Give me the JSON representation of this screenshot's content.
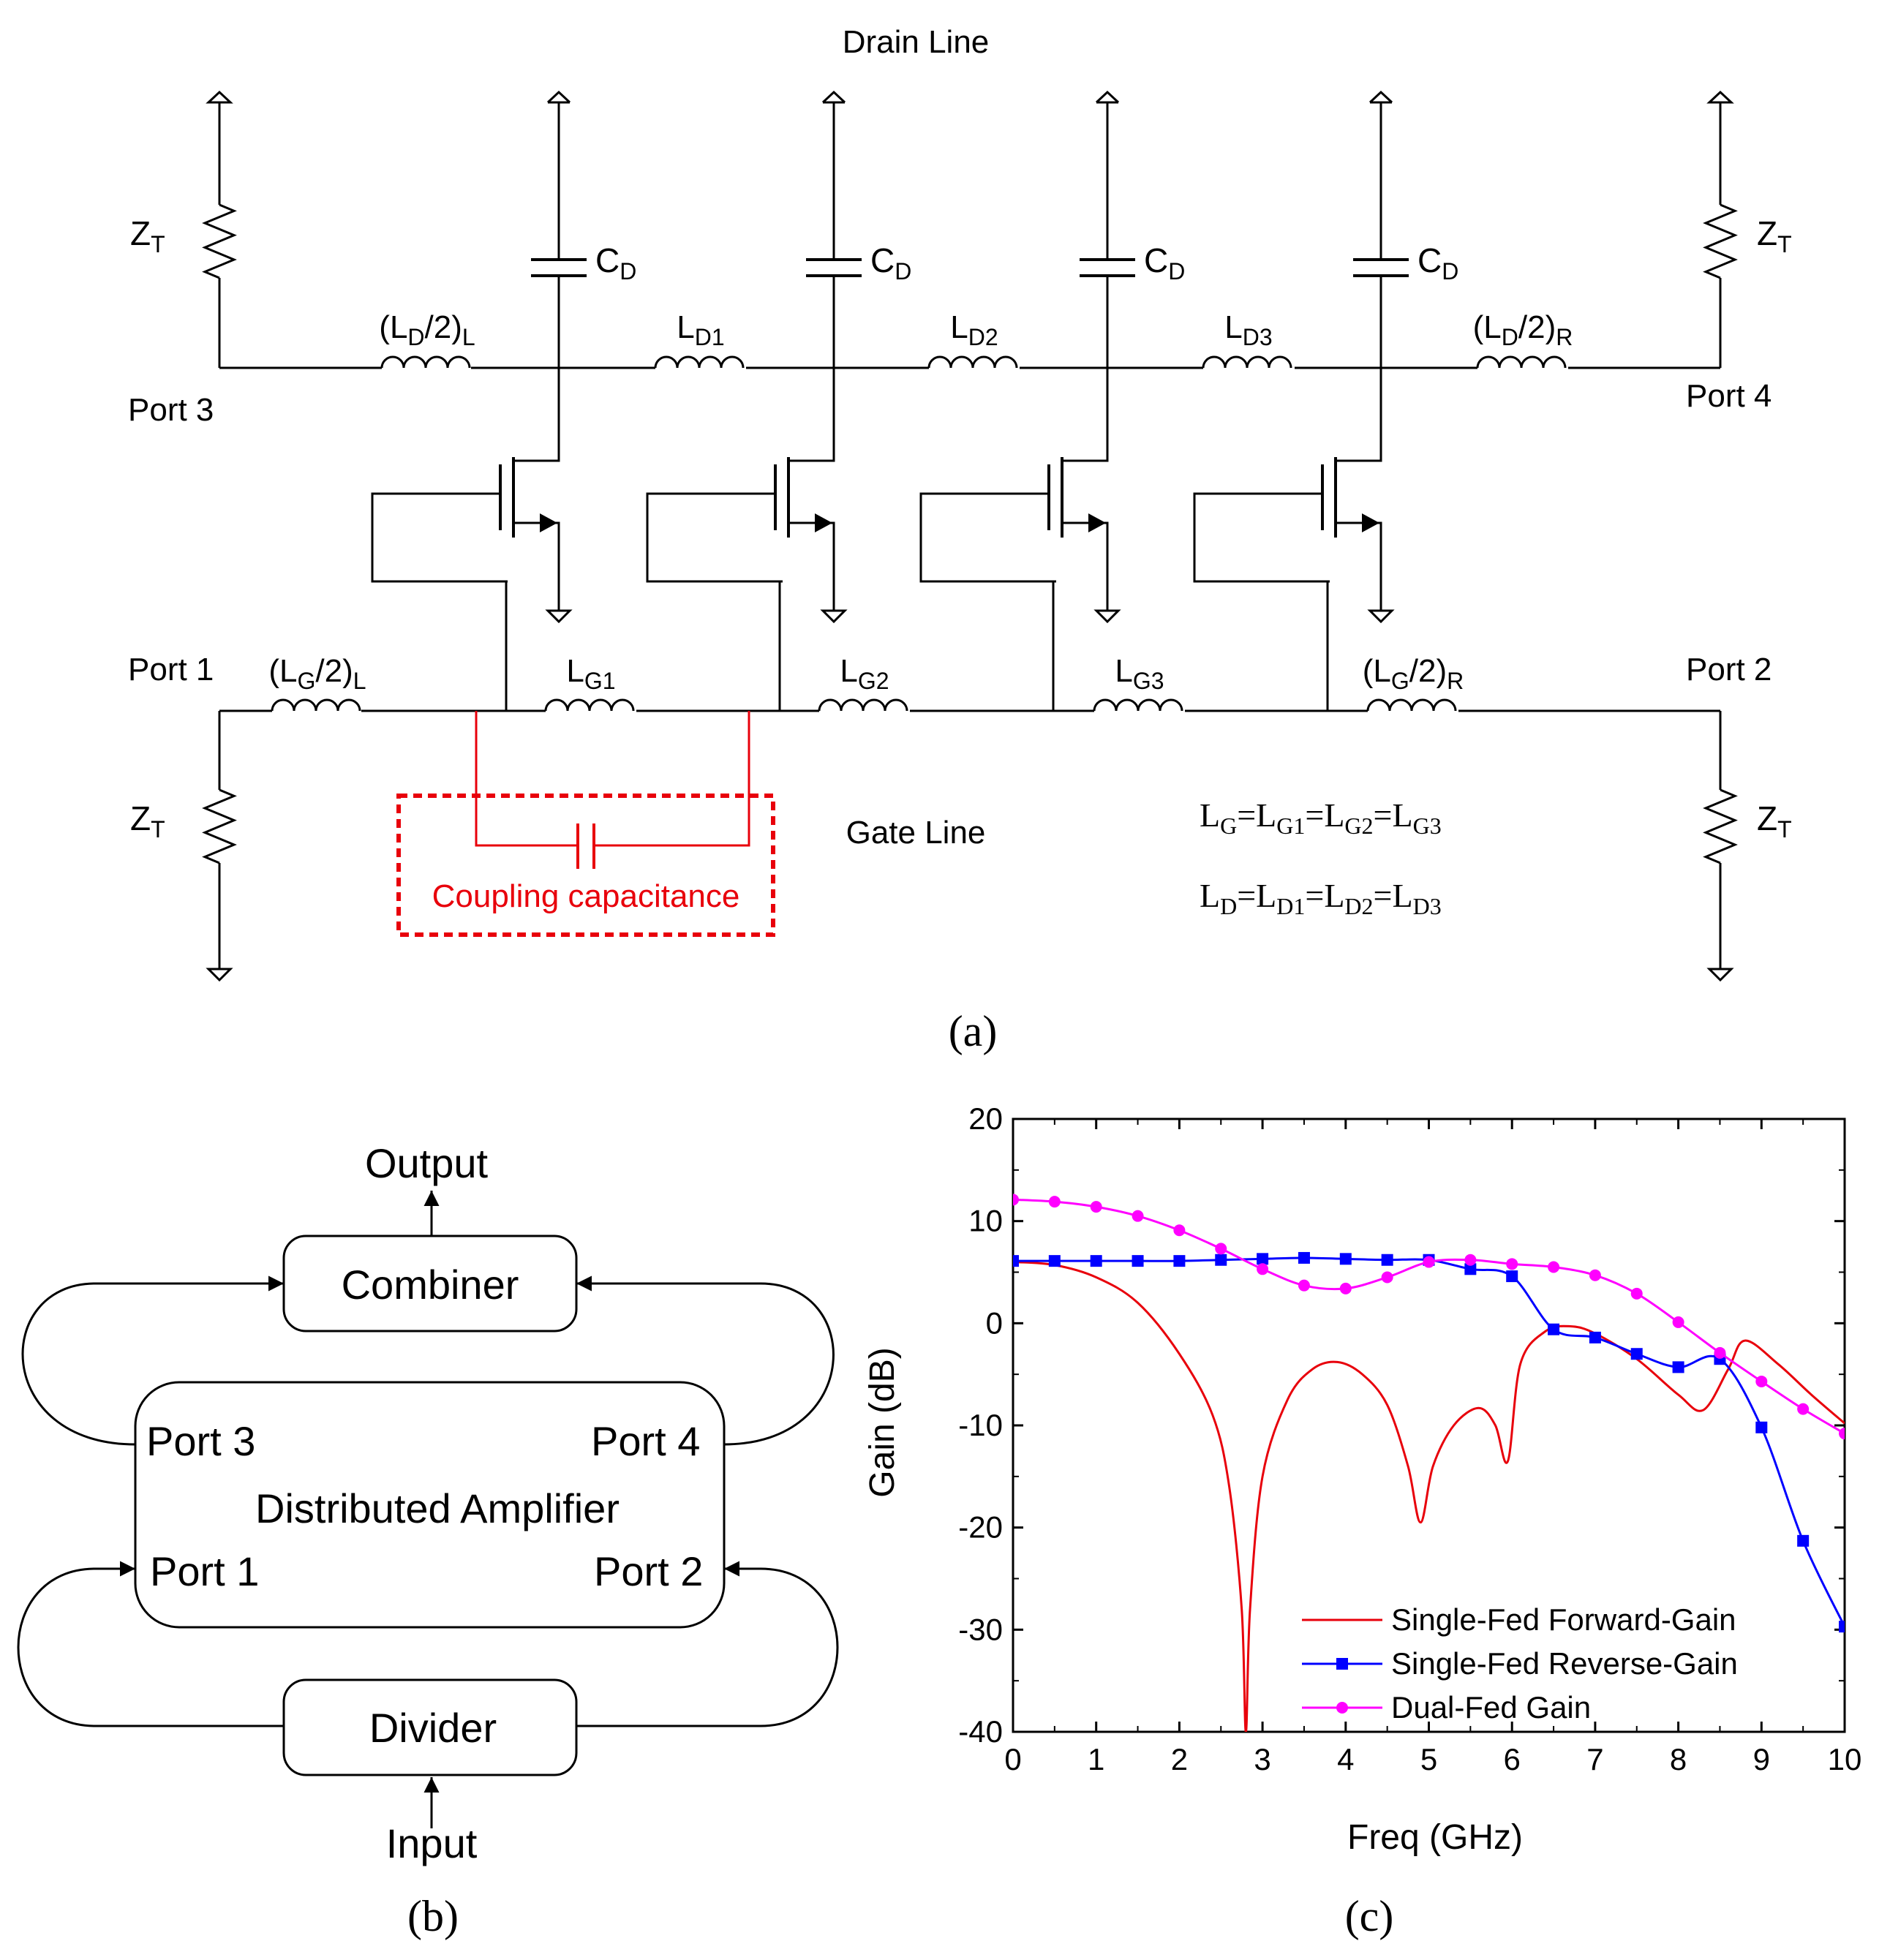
{
  "circuit": {
    "drain_line_label": "Drain Line",
    "gate_line_label": "Gate Line",
    "ports": {
      "p1": "Port 1",
      "p2": "Port 2",
      "p3": "Port 3",
      "p4": "Port 4"
    },
    "zt": "Z",
    "zt_sub": "T",
    "cd": "C",
    "cd_sub": "D",
    "drain_inductors": [
      {
        "pre": "(L",
        "sub": "D",
        "post": "/2)",
        "sub2": "L"
      },
      {
        "pre": "L",
        "sub": "D1",
        "post": "",
        "sub2": ""
      },
      {
        "pre": "L",
        "sub": "D2",
        "post": "",
        "sub2": ""
      },
      {
        "pre": "L",
        "sub": "D3",
        "post": "",
        "sub2": ""
      },
      {
        "pre": "(L",
        "sub": "D",
        "post": "/2)",
        "sub2": "R"
      }
    ],
    "gate_inductors": [
      {
        "pre": "(L",
        "sub": "G",
        "post": "/2)",
        "sub2": "L"
      },
      {
        "pre": "L",
        "sub": "G1",
        "post": "",
        "sub2": ""
      },
      {
        "pre": "L",
        "sub": "G2",
        "post": "",
        "sub2": ""
      },
      {
        "pre": "L",
        "sub": "G3",
        "post": "",
        "sub2": ""
      },
      {
        "pre": "(L",
        "sub": "G",
        "post": "/2)",
        "sub2": "R"
      }
    ],
    "coupling_label": "Coupling capacitance",
    "eq_gate": {
      "a": "L",
      "as": "G",
      "b": "=L",
      "bs": "G1",
      "c": "=L",
      "cs": "G2",
      "d": "=L",
      "ds": "G3"
    },
    "eq_drain": {
      "a": "L",
      "as": "D",
      "b": "=L",
      "bs": "D1",
      "c": "=L",
      "cs": "D2",
      "d": "=L",
      "ds": "D3"
    },
    "caption": "(a)",
    "colors": {
      "coupling": "#e8000b"
    }
  },
  "block": {
    "output": "Output",
    "input": "Input",
    "combiner": "Combiner",
    "divider": "Divider",
    "amplifier": "Distributed Amplifier",
    "port1": "Port 1",
    "port2": "Port 2",
    "port3": "Port 3",
    "port4": "Port 4",
    "caption": "(b)"
  },
  "chart_caption": "(c)",
  "chart_data": {
    "type": "line",
    "xlabel": "Freq (GHz)",
    "ylabel": "Gain (dB)",
    "xlim": [
      0,
      10
    ],
    "ylim": [
      -40,
      20
    ],
    "xticks": [
      0,
      1,
      2,
      3,
      4,
      5,
      6,
      7,
      8,
      9,
      10
    ],
    "yticks": [
      -40,
      -30,
      -20,
      -10,
      0,
      10,
      20
    ],
    "legend_position": "bottom-right",
    "series": [
      {
        "name": "Single-Fed Forward-Gain",
        "color": "#e8000b",
        "marker": "none",
        "x": [
          0,
          0.5,
          1,
          1.5,
          2,
          2.4,
          2.6,
          2.75,
          2.8,
          2.85,
          3,
          3.3,
          3.6,
          3.9,
          4.2,
          4.5,
          4.75,
          4.9,
          5.05,
          5.3,
          5.6,
          5.8,
          5.95,
          6.1,
          6.4,
          6.7,
          7,
          7.5,
          8,
          8.3,
          8.6,
          8.8,
          9.2,
          9.6,
          10
        ],
        "y": [
          6,
          5.7,
          4.5,
          2,
          -3,
          -9,
          -16,
          -28,
          -40,
          -28,
          -15,
          -7.5,
          -4.5,
          -3.8,
          -5,
          -8,
          -14,
          -19.5,
          -14,
          -10,
          -8.3,
          -10,
          -13.5,
          -4,
          -0.8,
          -0.3,
          -1,
          -3.5,
          -7,
          -8.5,
          -4.5,
          -1.7,
          -4,
          -7,
          -9.8
        ]
      },
      {
        "name": "Single-Fed Reverse-Gain",
        "color": "#0000ff",
        "marker": "square",
        "x": [
          0,
          0.5,
          1,
          1.5,
          2,
          2.5,
          3,
          3.5,
          4,
          4.5,
          5,
          5.5,
          6,
          6.5,
          7,
          7.5,
          8,
          8.5,
          9,
          9.5,
          10
        ],
        "y": [
          6.1,
          6.1,
          6.1,
          6.1,
          6.1,
          6.2,
          6.3,
          6.4,
          6.3,
          6.2,
          6.2,
          5.3,
          4.6,
          -0.6,
          -1.4,
          -3,
          -4.3,
          -3.5,
          -10.2,
          -21.3,
          -29.7
        ]
      },
      {
        "name": "Dual-Fed Gain",
        "color": "#ff00ff",
        "marker": "circle",
        "x": [
          0,
          0.5,
          1,
          1.5,
          2,
          2.5,
          3,
          3.5,
          4,
          4.5,
          5,
          5.5,
          6,
          6.5,
          7,
          7.5,
          8,
          8.5,
          9,
          9.5,
          10
        ],
        "y": [
          12.1,
          11.9,
          11.4,
          10.5,
          9.1,
          7.3,
          5.3,
          3.7,
          3.4,
          4.5,
          6,
          6.2,
          5.8,
          5.5,
          4.7,
          2.9,
          0.1,
          -2.9,
          -5.7,
          -8.4,
          -10.8
        ]
      }
    ]
  }
}
